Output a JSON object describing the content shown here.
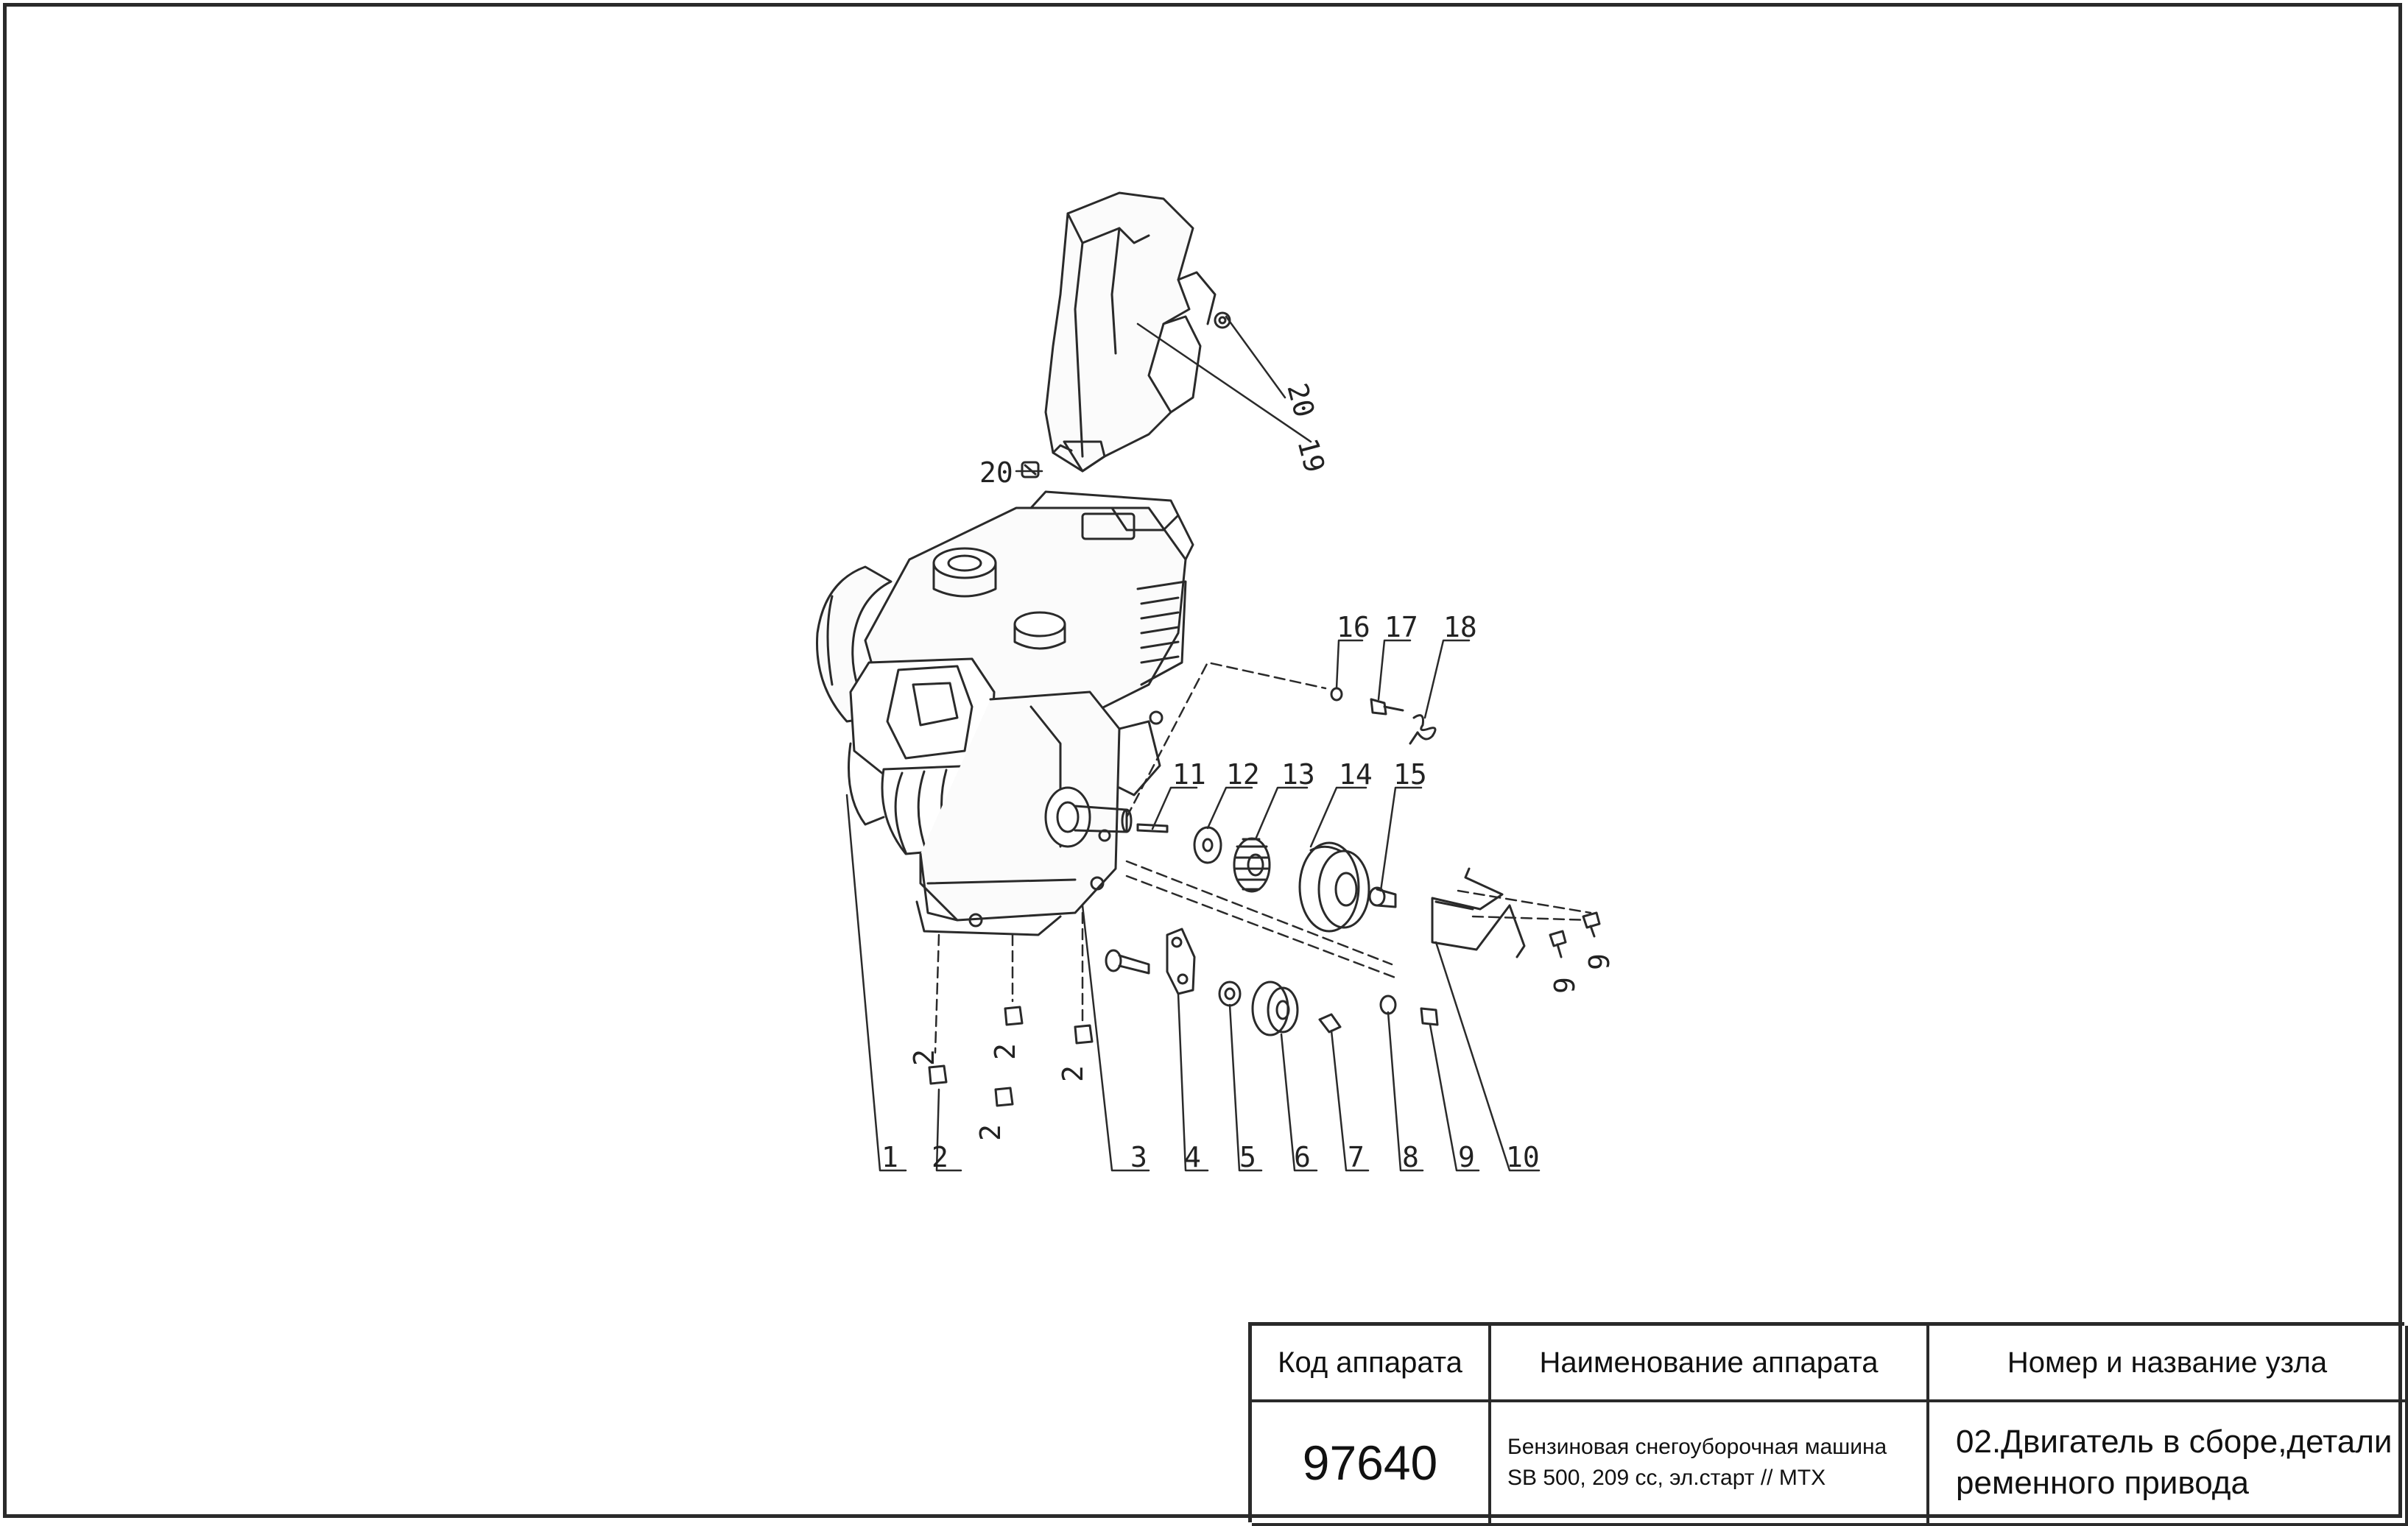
{
  "callouts": [
    "1",
    "2",
    "2",
    "2",
    "2",
    "2",
    "3",
    "4",
    "5",
    "6",
    "7",
    "8",
    "9",
    "9",
    "9",
    "10",
    "11",
    "12",
    "13",
    "14",
    "15",
    "16",
    "17",
    "18",
    "19",
    "20",
    "20"
  ],
  "title_block": {
    "col_code": "Код аппарата",
    "col_name": "Наименование аппарата",
    "col_node": "Номер и название узла",
    "code": "97640",
    "name_line1": "Бензиновая снегоуборочная машина",
    "name_line2": "SB 500, 209 cc, эл.старт // MTX",
    "node_line1": "02.Двигатель в сборе,детали",
    "node_line2": "ременного привода"
  }
}
